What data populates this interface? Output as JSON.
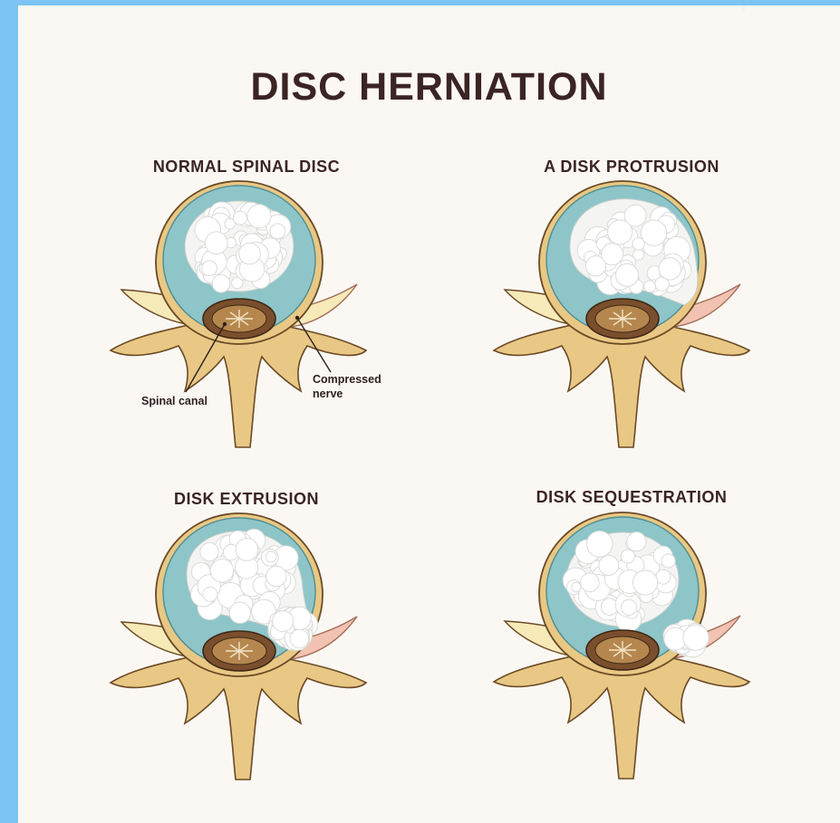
{
  "title": "DISC HERNIATION",
  "panels": [
    {
      "heading": "NORMAL SPINAL DISC",
      "state": "normal"
    },
    {
      "heading": "A DISK PROTRUSION",
      "state": "protrusion"
    },
    {
      "heading": "DISK EXTRUSION",
      "state": "extrusion"
    },
    {
      "heading": "DISK SEQUESTRATION",
      "state": "sequestration"
    }
  ],
  "callouts": {
    "spinal_canal": "Spinal canal",
    "compressed_nerve": "Compressed\nnerve"
  },
  "colors": {
    "background": "#fbf8f4",
    "frame": "#7cc4f3",
    "text": "#3b2424",
    "disc_ring": "#8ec5c9",
    "nucleus": "#f4f5f2",
    "bone": "#e8c884",
    "bone_outline": "#6b4a25",
    "nerve_normal": "#f6eab8",
    "nerve_compressed": "#f2c3b2",
    "canal": "#7a4f2d"
  }
}
